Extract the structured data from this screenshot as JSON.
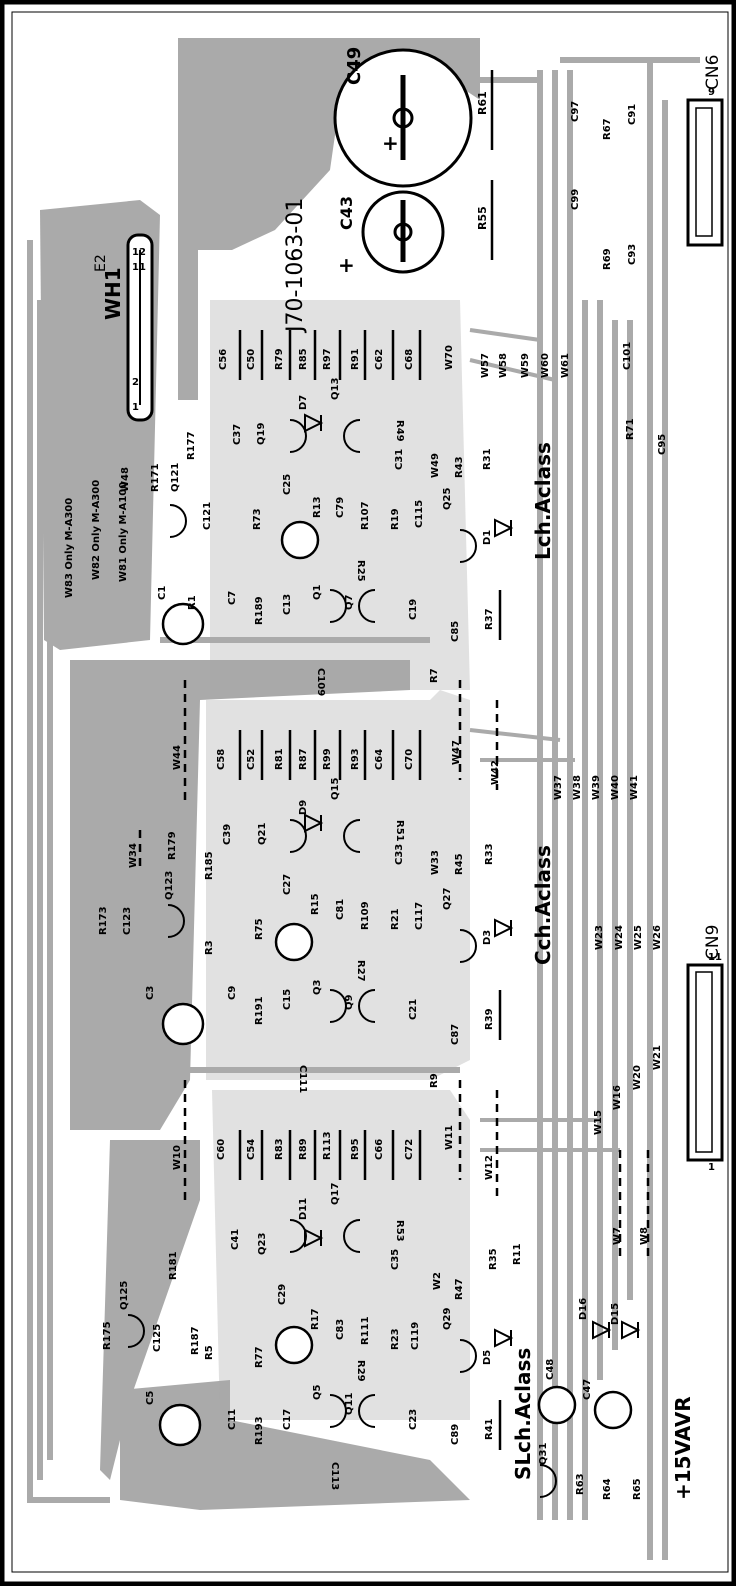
{
  "board": {
    "part_number": "J70-1063-01",
    "harness": "WH1",
    "edge_conn": "E2",
    "conn_top": "CN6",
    "conn_bottom": "CN9",
    "power_label": "+15VAVR",
    "colors": {
      "copper": "#aaaaaa",
      "silk": "#000000",
      "paper": "#ffffff"
    }
  },
  "sections": [
    {
      "label": "Lch.Aclass"
    },
    {
      "label": "Cch.Aclass"
    },
    {
      "label": "SLch.Aclass"
    }
  ],
  "notes": [
    {
      "text": "W83 Only M-A300"
    },
    {
      "text": "W82 Only M-A300"
    },
    {
      "text": "W81 Only M-A100"
    }
  ],
  "pins": {
    "wh1_a": "1",
    "wh1_b": "2",
    "wh1_c": "11",
    "wh1_d": "12",
    "cn6_end": "9",
    "cn9_start": "1",
    "cn9_end": "11"
  },
  "components": [
    {
      "ref": "C49"
    },
    {
      "ref": "C43"
    },
    {
      "ref": "R61"
    },
    {
      "ref": "R55"
    },
    {
      "ref": "C97"
    },
    {
      "ref": "R67"
    },
    {
      "ref": "C91"
    },
    {
      "ref": "C99"
    },
    {
      "ref": "R69"
    },
    {
      "ref": "C93"
    },
    {
      "ref": "C101"
    },
    {
      "ref": "R71"
    },
    {
      "ref": "C95"
    },
    {
      "ref": "C56"
    },
    {
      "ref": "C50"
    },
    {
      "ref": "R79"
    },
    {
      "ref": "R85"
    },
    {
      "ref": "R97"
    },
    {
      "ref": "R91"
    },
    {
      "ref": "C62"
    },
    {
      "ref": "C68"
    },
    {
      "ref": "W70"
    },
    {
      "ref": "W57"
    },
    {
      "ref": "W58"
    },
    {
      "ref": "W59"
    },
    {
      "ref": "W60"
    },
    {
      "ref": "W61"
    },
    {
      "ref": "C37"
    },
    {
      "ref": "Q19"
    },
    {
      "ref": "D7"
    },
    {
      "ref": "Q13"
    },
    {
      "ref": "R49"
    },
    {
      "ref": "C31"
    },
    {
      "ref": "W49"
    },
    {
      "ref": "R43"
    },
    {
      "ref": "R31"
    },
    {
      "ref": "R177"
    },
    {
      "ref": "R171"
    },
    {
      "ref": "Q121"
    },
    {
      "ref": "W48"
    },
    {
      "ref": "C121"
    },
    {
      "ref": "C25"
    },
    {
      "ref": "R73"
    },
    {
      "ref": "R13"
    },
    {
      "ref": "C79"
    },
    {
      "ref": "R107"
    },
    {
      "ref": "R19"
    },
    {
      "ref": "C115"
    },
    {
      "ref": "Q25"
    },
    {
      "ref": "D1"
    },
    {
      "ref": "C1"
    },
    {
      "ref": "R1"
    },
    {
      "ref": "C7"
    },
    {
      "ref": "R189"
    },
    {
      "ref": "C13"
    },
    {
      "ref": "Q1"
    },
    {
      "ref": "Q7"
    },
    {
      "ref": "R25"
    },
    {
      "ref": "C19"
    },
    {
      "ref": "C85"
    },
    {
      "ref": "R37"
    },
    {
      "ref": "C109"
    },
    {
      "ref": "R7"
    },
    {
      "ref": "W44"
    },
    {
      "ref": "C58"
    },
    {
      "ref": "C52"
    },
    {
      "ref": "R81"
    },
    {
      "ref": "R87"
    },
    {
      "ref": "R99"
    },
    {
      "ref": "R93"
    },
    {
      "ref": "C64"
    },
    {
      "ref": "C70"
    },
    {
      "ref": "W47"
    },
    {
      "ref": "W42"
    },
    {
      "ref": "W37"
    },
    {
      "ref": "W38"
    },
    {
      "ref": "W39"
    },
    {
      "ref": "W40"
    },
    {
      "ref": "W41"
    },
    {
      "ref": "C39"
    },
    {
      "ref": "Q21"
    },
    {
      "ref": "D9"
    },
    {
      "ref": "Q15"
    },
    {
      "ref": "R51"
    },
    {
      "ref": "C33"
    },
    {
      "ref": "W33"
    },
    {
      "ref": "R45"
    },
    {
      "ref": "R33"
    },
    {
      "ref": "W34"
    },
    {
      "ref": "R179"
    },
    {
      "ref": "R185"
    },
    {
      "ref": "R173"
    },
    {
      "ref": "C123"
    },
    {
      "ref": "Q123"
    },
    {
      "ref": "C27"
    },
    {
      "ref": "R75"
    },
    {
      "ref": "R15"
    },
    {
      "ref": "C81"
    },
    {
      "ref": "R109"
    },
    {
      "ref": "R21"
    },
    {
      "ref": "C117"
    },
    {
      "ref": "Q27"
    },
    {
      "ref": "D3"
    },
    {
      "ref": "C3"
    },
    {
      "ref": "R3"
    },
    {
      "ref": "C9"
    },
    {
      "ref": "R191"
    },
    {
      "ref": "C15"
    },
    {
      "ref": "Q3"
    },
    {
      "ref": "Q9"
    },
    {
      "ref": "R27"
    },
    {
      "ref": "C21"
    },
    {
      "ref": "C87"
    },
    {
      "ref": "R39"
    },
    {
      "ref": "W23"
    },
    {
      "ref": "W24"
    },
    {
      "ref": "W25"
    },
    {
      "ref": "W26"
    },
    {
      "ref": "C111"
    },
    {
      "ref": "R9"
    },
    {
      "ref": "W15"
    },
    {
      "ref": "W16"
    },
    {
      "ref": "W20"
    },
    {
      "ref": "W21"
    },
    {
      "ref": "W10"
    },
    {
      "ref": "C60"
    },
    {
      "ref": "C54"
    },
    {
      "ref": "R83"
    },
    {
      "ref": "R89"
    },
    {
      "ref": "R113"
    },
    {
      "ref": "R95"
    },
    {
      "ref": "C66"
    },
    {
      "ref": "C72"
    },
    {
      "ref": "W11"
    },
    {
      "ref": "W12"
    },
    {
      "ref": "C41"
    },
    {
      "ref": "Q23"
    },
    {
      "ref": "D11"
    },
    {
      "ref": "Q17"
    },
    {
      "ref": "R53"
    },
    {
      "ref": "C35"
    },
    {
      "ref": "W2"
    },
    {
      "ref": "R47"
    },
    {
      "ref": "R35"
    },
    {
      "ref": "R11"
    },
    {
      "ref": "R181"
    },
    {
      "ref": "Q125"
    },
    {
      "ref": "R175"
    },
    {
      "ref": "C125"
    },
    {
      "ref": "R187"
    },
    {
      "ref": "C29"
    },
    {
      "ref": "R77"
    },
    {
      "ref": "R17"
    },
    {
      "ref": "C83"
    },
    {
      "ref": "R111"
    },
    {
      "ref": "R23"
    },
    {
      "ref": "C119"
    },
    {
      "ref": "Q29"
    },
    {
      "ref": "D5"
    },
    {
      "ref": "C5"
    },
    {
      "ref": "R5"
    },
    {
      "ref": "C11"
    },
    {
      "ref": "R193"
    },
    {
      "ref": "C17"
    },
    {
      "ref": "Q5"
    },
    {
      "ref": "Q11"
    },
    {
      "ref": "R29"
    },
    {
      "ref": "C23"
    },
    {
      "ref": "C89"
    },
    {
      "ref": "R41"
    },
    {
      "ref": "C113"
    },
    {
      "ref": "Q31"
    },
    {
      "ref": "R63"
    },
    {
      "ref": "C48"
    },
    {
      "ref": "C47"
    },
    {
      "ref": "D16"
    },
    {
      "ref": "D15"
    },
    {
      "ref": "R64"
    },
    {
      "ref": "R65"
    },
    {
      "ref": "W7"
    },
    {
      "ref": "W8"
    }
  ]
}
